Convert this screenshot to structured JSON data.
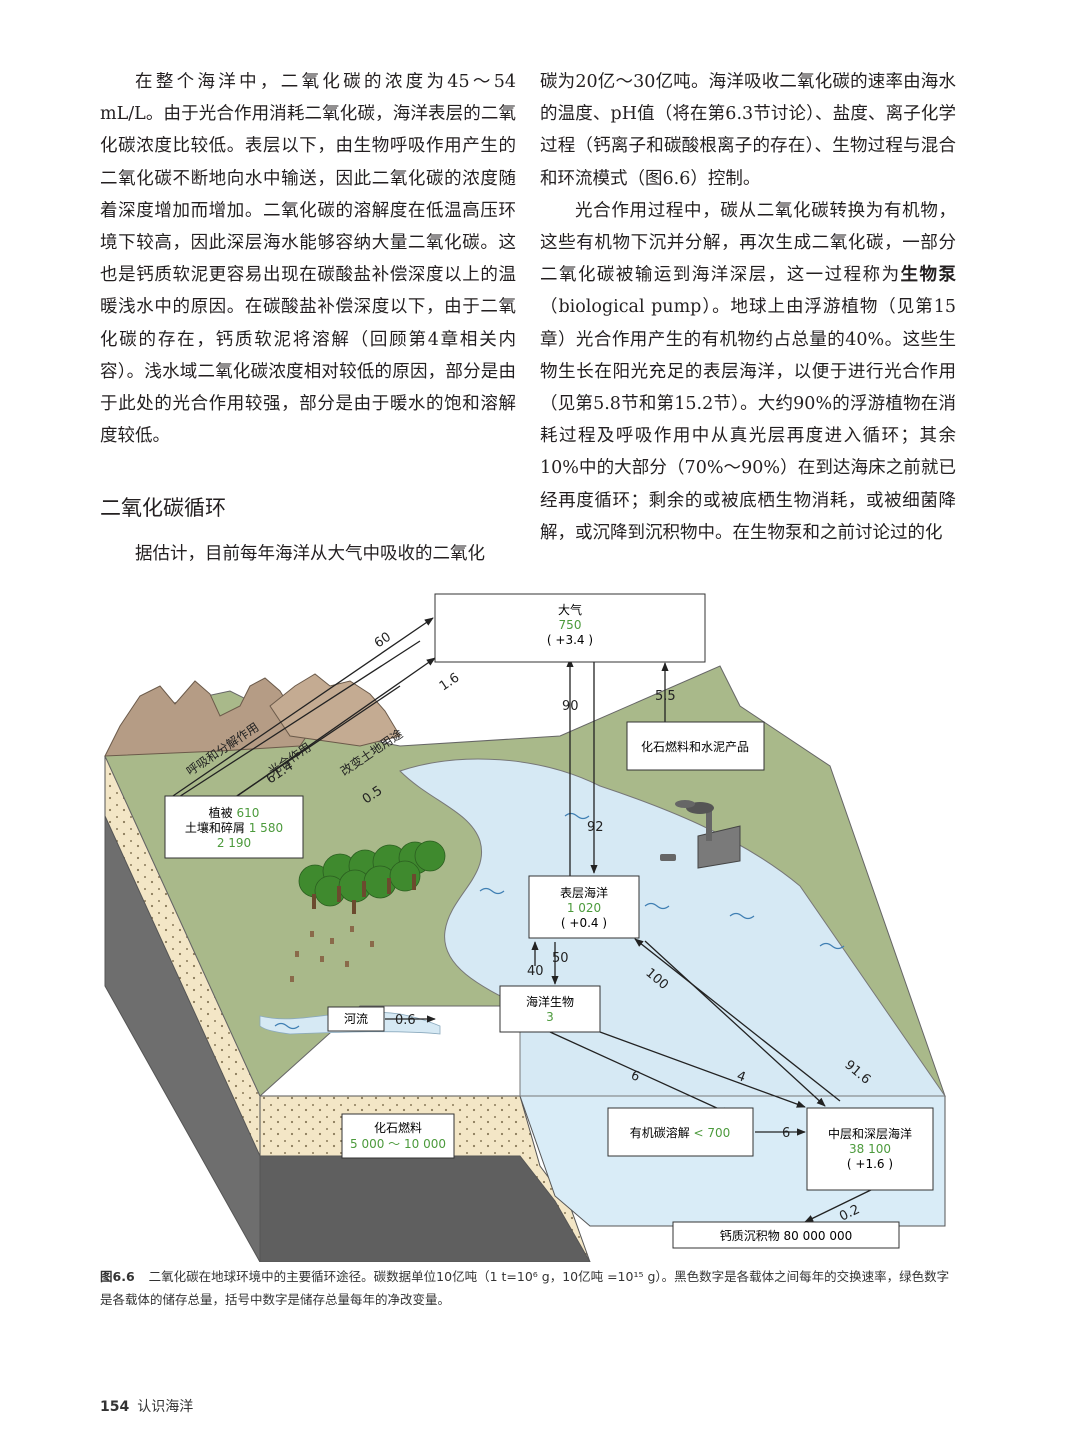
{
  "text": {
    "left_para1": "在整个海洋中，二氧化碳的浓度为45～54 mL/L。由于光合作用消耗二氧化碳，海洋表层的二氧化碳浓度比较低。表层以下，由生物呼吸作用产生的二氧化碳不断地向水中输送，因此二氧化碳的浓度随着深度增加而增加。二氧化碳的溶解度在低温高压环境下较高，因此深层海水能够容纳大量二氧化碳。这也是钙质软泥更容易出现在碳酸盐补偿深度以上的温暖浅水中的原因。在碳酸盐补偿深度以下，由于二氧化碳的存在，钙质软泥将溶解（回顾第4章相关内容）。浅水域二氧化碳浓度相对较低的原因，部分是由于此处的光合作用较强，部分是由于暖水的饱和溶解度较低。",
    "section_heading": "二氧化碳循环",
    "left_para2": "据估计，目前每年海洋从大气中吸收的二氧化",
    "right_para1": "碳为20亿～30亿吨。海洋吸收二氧化碳的速率由海水的温度、pH值（将在第6.3节讨论）、盐度、离子化学过程（钙离子和碳酸根离子的存在）、生物过程与混合和环流模式（图6.6）控制。",
    "right_para2_a": "光合作用过程中，碳从二氧化碳转换为有机物，这些有机物下沉并分解，再次生成二氧化碳，一部分二氧化碳被输运到海洋深层，这一过程称为",
    "right_para2_term": "生物泵",
    "right_para2_b": "（biological pump）。地球上由浮游植物（见第15章）光合作用产生的有机物约占总量的40%。这些生物生长在阳光充足的表层海洋，以便于进行光合作用（见第5.8节和第15.2节）。大约90%的浮游植物在消耗过程及呼吸作用中从真光层再度进入循环；其余10%中的大部分（70%～90%）在到达海床之前就已经再度循环；剩余的或被底栖生物消耗，或被细菌降解，或沉降到沉积物中。在生物泵和之前讨论过的化"
  },
  "figure": {
    "boxes": {
      "atmosphere": {
        "name": "大气",
        "stock": "750",
        "change": "( +3.4 )"
      },
      "vegetation": {
        "name1": "植被",
        "stock1": "610",
        "name2": "土壤和碎屑",
        "stock2": "1 580",
        "total": "2 190"
      },
      "fossil_cement": {
        "name": "化石燃料和水泥产品"
      },
      "surface_ocean": {
        "name": "表层海洋",
        "stock": "1 020",
        "change": "( +0.4 )"
      },
      "marine_biota": {
        "name": "海洋生物",
        "stock": "3"
      },
      "river": {
        "name": "河流"
      },
      "fossil_fuels": {
        "name": "化石燃料",
        "stock": "5 000 ～ 10 000"
      },
      "doc": {
        "name": "有机碳溶解",
        "stock": "< 700"
      },
      "deep_ocean": {
        "name": "中层和深层海洋",
        "stock": "38 100",
        "change": "( +1.6 )"
      },
      "sediments": {
        "name": "钙质沉积物 80 000 000"
      }
    },
    "flows": {
      "f60": "60",
      "f1_6": "1.6",
      "f61_4": "61.4",
      "f0_5": "0.5",
      "f90": "90",
      "f92": "92",
      "f5_5": "5.5",
      "f40": "40",
      "f50": "50",
      "f100": "100",
      "f91_6": "91.6",
      "f6a": "6",
      "f4": "4",
      "f6b": "6",
      "f0_6": "0.6",
      "f0_2": "0.2"
    },
    "labels": {
      "respiration": "呼吸和分解作用",
      "photosynthesis": "光合作用",
      "land_use": "改变土地用途"
    },
    "colors": {
      "stock_green": "#4c9a3c",
      "water": "#d6e9f4",
      "land": "#a9b98a"
    }
  },
  "caption": {
    "label": "图6.6",
    "text": "二氧化碳在地球环境中的主要循环途径。碳数据单位10亿吨（1 t=10⁶ g，10亿吨 =10¹⁵ g）。黑色数字是各载体之间每年的交换速率，绿色数字是各载体的储存总量，括号中数字是储存总量每年的净改变量。"
  },
  "footer": {
    "page_number": "154",
    "book_title": "认识海洋"
  }
}
